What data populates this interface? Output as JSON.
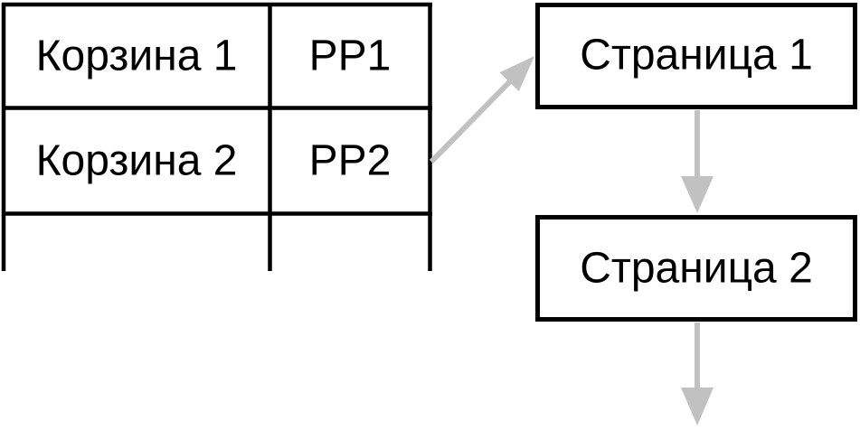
{
  "colors": {
    "line": "#000000",
    "text": "#000000",
    "arrow": "#c1c1c1",
    "background": "#ffffff"
  },
  "table": {
    "rows": [
      {
        "basket": "Корзина 1",
        "pp": "PP1"
      },
      {
        "basket": "Корзина 2",
        "pp": "PP2"
      }
    ]
  },
  "pages": [
    {
      "label": "Страница 1"
    },
    {
      "label": "Страница 2"
    }
  ],
  "connections": [
    {
      "from": "PP2",
      "to": "Страница 1"
    },
    {
      "from": "Страница 1",
      "to": "Страница 2"
    },
    {
      "from": "Страница 2",
      "to": null
    }
  ]
}
